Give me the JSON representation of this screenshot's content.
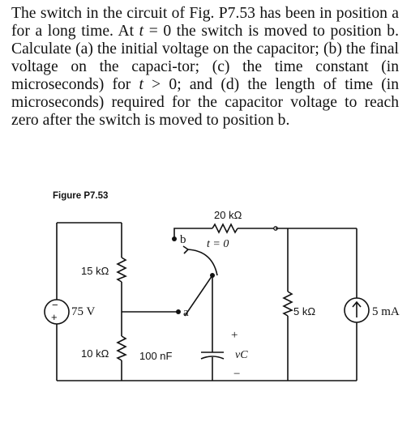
{
  "problem": {
    "text_1": "The switch in the circuit of Fig. P7.53 has been in position a for a long time. At ",
    "t_var": "t",
    "text_2": " = 0 the switch is moved to position b. Calculate (a) the initial voltage on the capacitor; (b) the final voltage on the capaci-tor; (c) the time constant (in microseconds) for ",
    "t_var2": "t",
    "text_3": " > 0; and (d) the length of time (in microseconds) required for the capacitor voltage to reach zero after the switch is moved to position b."
  },
  "figure": {
    "label": "Figure P7.53",
    "r_top": "20 kΩ",
    "r_left_upper": "15 kΩ",
    "r_left_lower": "10 kΩ",
    "r_right": "5 kΩ",
    "capacitor": "100 nF",
    "voltage_source": "75 V",
    "current_source": "5 mA",
    "switch_time": "t = 0",
    "node_a": "a",
    "node_b": "b",
    "vc_label": "vC",
    "plus": "+",
    "minus": "−"
  }
}
